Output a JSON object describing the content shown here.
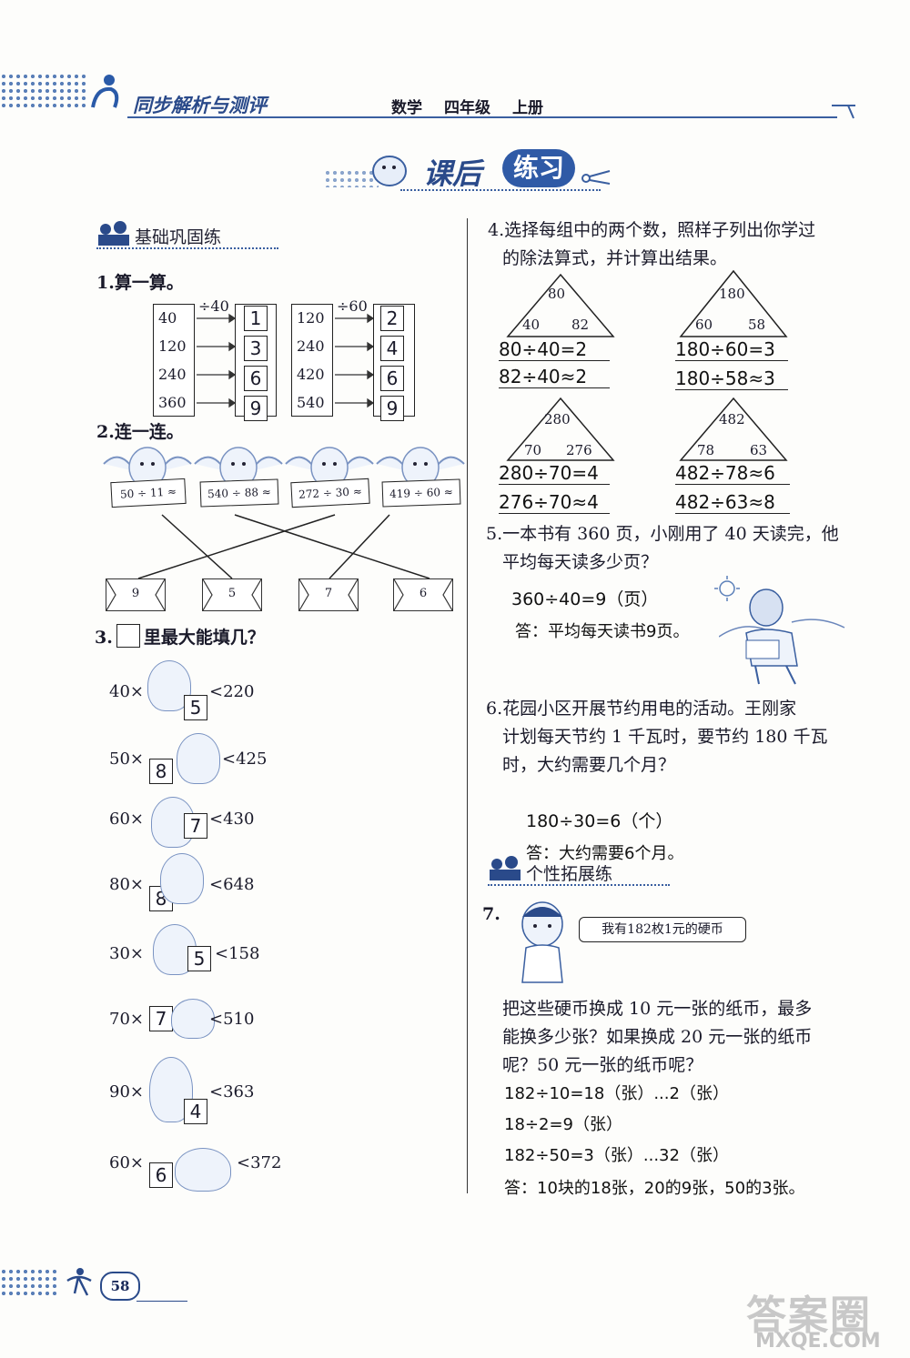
{
  "header": {
    "series": "同步解析与测评",
    "subject": "数学",
    "grade": "四年级",
    "volume": "上册"
  },
  "banner": {
    "title_a": "课后",
    "title_b": "练习"
  },
  "sections": {
    "basic": "基础巩固练",
    "extend": "个性拓展练"
  },
  "q1": {
    "label": "1.算一算。",
    "left": {
      "op": "÷40",
      "inputs": [
        "40",
        "120",
        "240",
        "360"
      ],
      "answers": [
        "1",
        "3",
        "6",
        "9"
      ]
    },
    "right": {
      "op": "÷60",
      "inputs": [
        "120",
        "240",
        "420",
        "540"
      ],
      "answers": [
        "2",
        "4",
        "6",
        "9"
      ]
    }
  },
  "q2": {
    "label": "2.连一连。",
    "exprs": [
      "50 ÷ 11 ≈",
      "540 ÷ 88 ≈",
      "272 ÷ 30 ≈",
      "419 ÷ 60 ≈"
    ],
    "envelopes": [
      "9",
      "5",
      "7",
      "6"
    ]
  },
  "q3": {
    "label": "3.",
    "label_rest": "里最大能填几？",
    "rows": [
      {
        "a": "40×",
        "ans": "5",
        "b": "<220"
      },
      {
        "a": "50×",
        "ans": "8",
        "b": "<425"
      },
      {
        "a": "60×",
        "ans": "7",
        "b": "<430"
      },
      {
        "a": "80×",
        "ans": "8",
        "b": "<648"
      },
      {
        "a": "30×",
        "ans": "5",
        "b": "<158"
      },
      {
        "a": "70×",
        "ans": "7",
        "b": "<510"
      },
      {
        "a": "90×",
        "ans": "4",
        "b": "<363"
      },
      {
        "a": "60×",
        "ans": "6",
        "b": "<372"
      }
    ]
  },
  "q4": {
    "label": "4.选择每组中的两个数，照样子列出你学过",
    "label2": "的除法算式，并计算出结果。",
    "groups": [
      {
        "top": "80",
        "left": "40",
        "right": "82",
        "lines": [
          "80÷40=2",
          "82÷40≈2"
        ]
      },
      {
        "top": "180",
        "left": "60",
        "right": "58",
        "lines": [
          "180÷60=3",
          "180÷58≈3"
        ]
      },
      {
        "top": "280",
        "left": "70",
        "right": "276",
        "lines": [
          "280÷70=4",
          "276÷70≈4"
        ]
      },
      {
        "top": "482",
        "left": "78",
        "right": "63",
        "lines": [
          "482÷78≈6",
          "482÷63≈8"
        ]
      }
    ]
  },
  "q5": {
    "label": "5.一本书有 360 页，小刚用了 40 天读完，他",
    "label2": "平均每天读多少页？",
    "work": "360÷40=9（页）",
    "answer": "答：平均每天读书9页。"
  },
  "q6": {
    "label": "6.花园小区开展节约用电的活动。王刚家",
    "label2": "计划每天节约 1 千瓦时，要节约 180 千瓦",
    "label3": "时，大约需要几个月？",
    "work": "180÷30=6（个）",
    "answer": "答：大约需要6个月。"
  },
  "q7": {
    "label": "7.",
    "bubble": "我有182枚1元的硬币",
    "text1": "把这些硬币换成 10 元一张的纸币，最多",
    "text2": "能换多少张？如果换成 20 元一张的纸币",
    "text3": "呢？50 元一张的纸币呢？",
    "work": [
      "182÷10=18（张）...2（张）",
      "18÷2=9（张）",
      "182÷50=3（张）...32（张）"
    ],
    "answer": "答：10块的18张，20的9张，50的3张。"
  },
  "footer": {
    "page": "58"
  },
  "watermark": {
    "text": "答案圈",
    "url": "MXQE.COM"
  }
}
